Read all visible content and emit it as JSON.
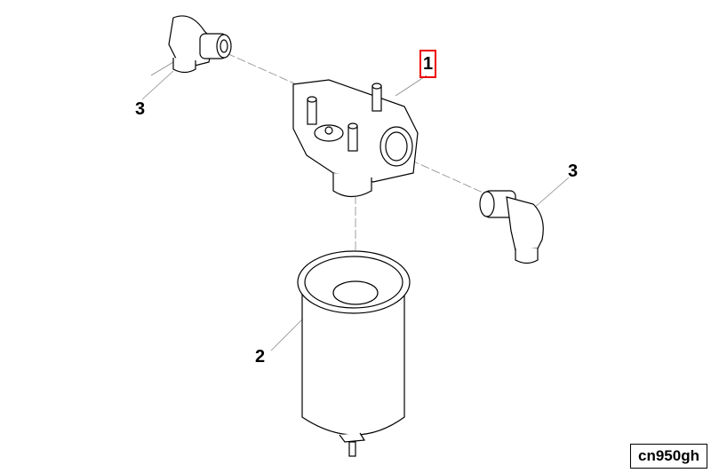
{
  "callouts": {
    "filter_head": "1",
    "filter_element": "2",
    "elbow_fitting_left": "3",
    "elbow_fitting_right": "3"
  },
  "highlight_color": "#e00000",
  "figure_code": "cn950gh"
}
